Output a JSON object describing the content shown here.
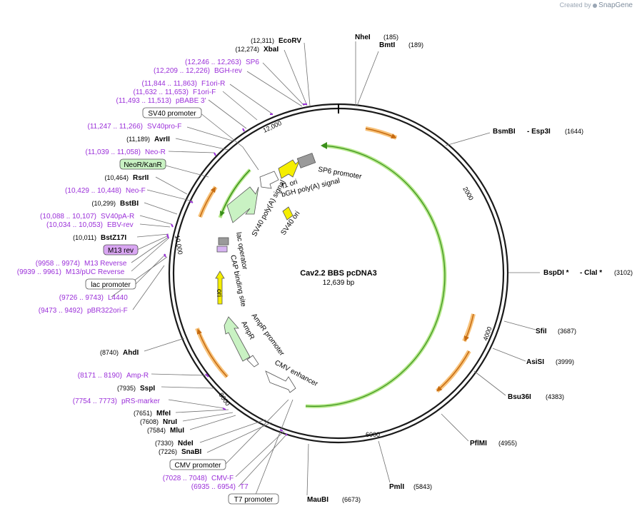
{
  "credit": {
    "text": "Created by",
    "brand": "SnapGene"
  },
  "plasmid": {
    "name": "Cav2.2 BBS pcDNA3",
    "length": "12,639 bp"
  },
  "ticks": [
    "2000",
    "4000",
    "6000",
    "8000",
    "10,000",
    "12,000"
  ],
  "enzymes_left": [
    {
      "pos": "(12,311)",
      "name": "EcoRV"
    },
    {
      "pos": "(12,274)",
      "name": "XbaI"
    },
    {
      "pos": "(11,189)",
      "name": "AvrII"
    },
    {
      "pos": "(10,464)",
      "name": "RsrII"
    },
    {
      "pos": "(10,299)",
      "name": "BstBI"
    },
    {
      "pos": "(10,011)",
      "name": "BstZ17I"
    },
    {
      "pos": "(8740)",
      "name": "AhdI"
    },
    {
      "pos": "(7935)",
      "name": "SspI"
    },
    {
      "pos": "(7651)",
      "name": "MfeI"
    },
    {
      "pos": "(7608)",
      "name": "NruI"
    },
    {
      "pos": "(7584)",
      "name": "MluI"
    },
    {
      "pos": "(7330)",
      "name": "NdeI"
    },
    {
      "pos": "(7226)",
      "name": "SnaBI"
    }
  ],
  "enzymes_right": [
    {
      "name": "NheI",
      "pos": "(185)"
    },
    {
      "name": "BmtI",
      "pos": "(189)"
    },
    {
      "name": "BsmBI",
      "sep": "- Esp3I",
      "pos": "(1644)"
    },
    {
      "name": "BspDI *",
      "sep": "- ClaI *",
      "pos": "(3102)"
    },
    {
      "name": "SfiI",
      "pos": "(3687)"
    },
    {
      "name": "AsiSI",
      "pos": "(3999)"
    },
    {
      "name": "Bsu36I",
      "pos": "(4383)"
    },
    {
      "name": "PflMI",
      "pos": "(4955)"
    },
    {
      "name": "PmlI",
      "pos": "(5843)"
    },
    {
      "name": "MauBI",
      "pos": "(6673)"
    }
  ],
  "primers": [
    {
      "range": "(12,246 .. 12,263)",
      "name": "SP6"
    },
    {
      "range": "(12,209 .. 12,226)",
      "name": "BGH-rev"
    },
    {
      "range": "(11,844 .. 11,863)",
      "name": "F1ori-R"
    },
    {
      "range": "(11,632 .. 11,653)",
      "name": "F1ori-F"
    },
    {
      "range": "(11,493 .. 11,513)",
      "name": "pBABE 3'"
    },
    {
      "range": "(11,247 .. 11,266)",
      "name": "SV40pro-F"
    },
    {
      "range": "(11,039 .. 11,058)",
      "name": "Neo-R"
    },
    {
      "range": "(10,429 .. 10,448)",
      "name": "Neo-F"
    },
    {
      "range": "(10,088 .. 10,107)",
      "name": "SV40pA-R"
    },
    {
      "range": "(10,034 .. 10,053)",
      "name": "EBV-rev"
    },
    {
      "range": "(9958 .. 9974)",
      "name": "M13 Reverse"
    },
    {
      "range": "(9939 .. 9961)",
      "name": "M13/pUC Reverse"
    },
    {
      "range": "(9726 .. 9743)",
      "name": "L4440"
    },
    {
      "range": "(9473 .. 9492)",
      "name": "pBR322ori-F"
    },
    {
      "range": "(8171 .. 8190)",
      "name": "Amp-R"
    },
    {
      "range": "(7754 .. 7773)",
      "name": "pRS-marker"
    },
    {
      "range": "(7028 .. 7048)",
      "name": "CMV-F"
    },
    {
      "range": "(6935 .. 6954)",
      "name": "T7"
    }
  ],
  "boxed": {
    "sv40_promoter": "SV40 promoter",
    "neo_kan": "NeoR/KanR",
    "m13_rev": "M13 rev",
    "lac_promoter": "lac promoter",
    "cmv_promoter": "CMV promoter",
    "t7_promoter": "T7 promoter"
  },
  "features": {
    "sp6_promoter": "SP6 promoter",
    "f1_ori": "f1 ori",
    "bgh": "bGH poly(A) signal",
    "sv40_ori": "SV40 ori",
    "sv40_polya": "SV40 poly(A) signal",
    "lac_operator": "lac operator",
    "cap_site": "CAP binding site",
    "ori": "ori",
    "ampr_promoter": "AmpR promoter",
    "ampr": "AmpR",
    "cmv_enhancer": "CMV enhancer"
  },
  "colors": {
    "primer": "#9b30d9",
    "backbone": "#1a1a1a",
    "insert_arc": "#b5e88a",
    "insert_arrow": "#3a8f1a",
    "orange_arrow": "#c66a10",
    "ori_yellow": "#f5ee00",
    "boxed_green": "#c9f2c3",
    "boxed_purple": "#d9a6f2"
  }
}
